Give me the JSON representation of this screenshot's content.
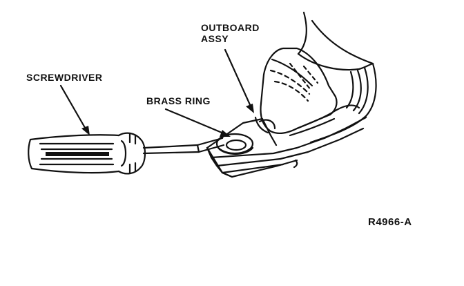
{
  "labels": {
    "outboard_line1": "OUTBOARD",
    "outboard_line2": "ASSY",
    "screwdriver": "SCREWDRIVER",
    "brass_ring": "BRASS RING"
  },
  "figure_code": "R4966-A",
  "colors": {
    "ink": "#111111",
    "paper": "#ffffff"
  }
}
